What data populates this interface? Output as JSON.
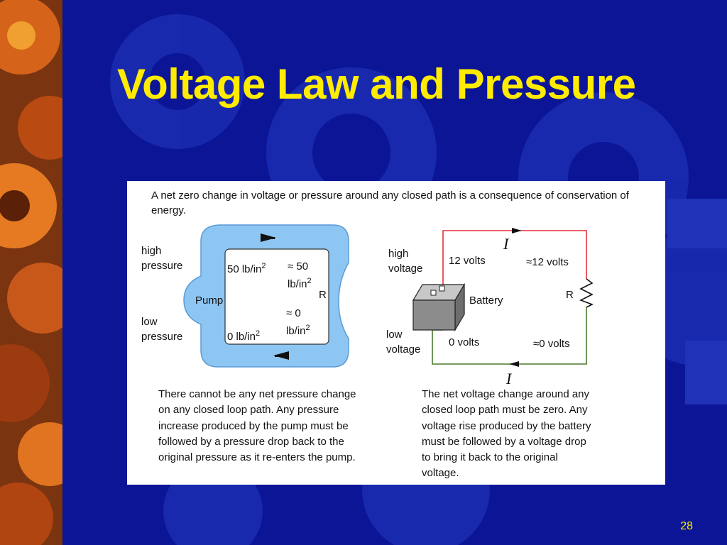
{
  "slide": {
    "title": "Voltage Law and Pressure",
    "page_number": "28"
  },
  "figure": {
    "intro": "A net zero change in voltage or pressure around any closed path is a consequence of conservation of energy.",
    "pump_diagram": {
      "high_label": [
        "high",
        "pressure"
      ],
      "low_label": [
        "low",
        "pressure"
      ],
      "pump_label": "Pump",
      "top_left_value": "50 lb/in",
      "top_right_value": [
        "≈ 50",
        "lb/in"
      ],
      "bottom_left_value": "0 lb/in",
      "bottom_right_value": [
        "≈ 0",
        "lb/in"
      ],
      "exponent": "2",
      "resistor_label": "R",
      "caption": [
        "There cannot be any net pressure change",
        "on any closed loop path. Any pressure",
        "increase produced by the pump must be",
        "followed by a pressure drop back to the",
        "original pressure as it re-enters the pump."
      ]
    },
    "circuit_diagram": {
      "high_label": [
        "high",
        "voltage"
      ],
      "low_label": [
        "low",
        "voltage"
      ],
      "top_left_value": "12 volts",
      "top_right_value": "≈12 volts",
      "bottom_left_value": "0 volts",
      "bottom_right_value": "≈0 volts",
      "battery_label": "Battery",
      "resistor_label": "R",
      "current_label": "I",
      "caption": [
        "The net voltage change around any",
        "closed loop path must be zero. Any",
        "voltage rise produced by the battery",
        "must be followed by a voltage drop",
        "to bring it back to the original",
        "voltage."
      ]
    }
  },
  "colors": {
    "background": "#0b1596",
    "title": "#ffec00",
    "pipe_fill": "#8dc6f2",
    "high_wire": "#e8323c",
    "low_wire": "#4b7a2c"
  }
}
